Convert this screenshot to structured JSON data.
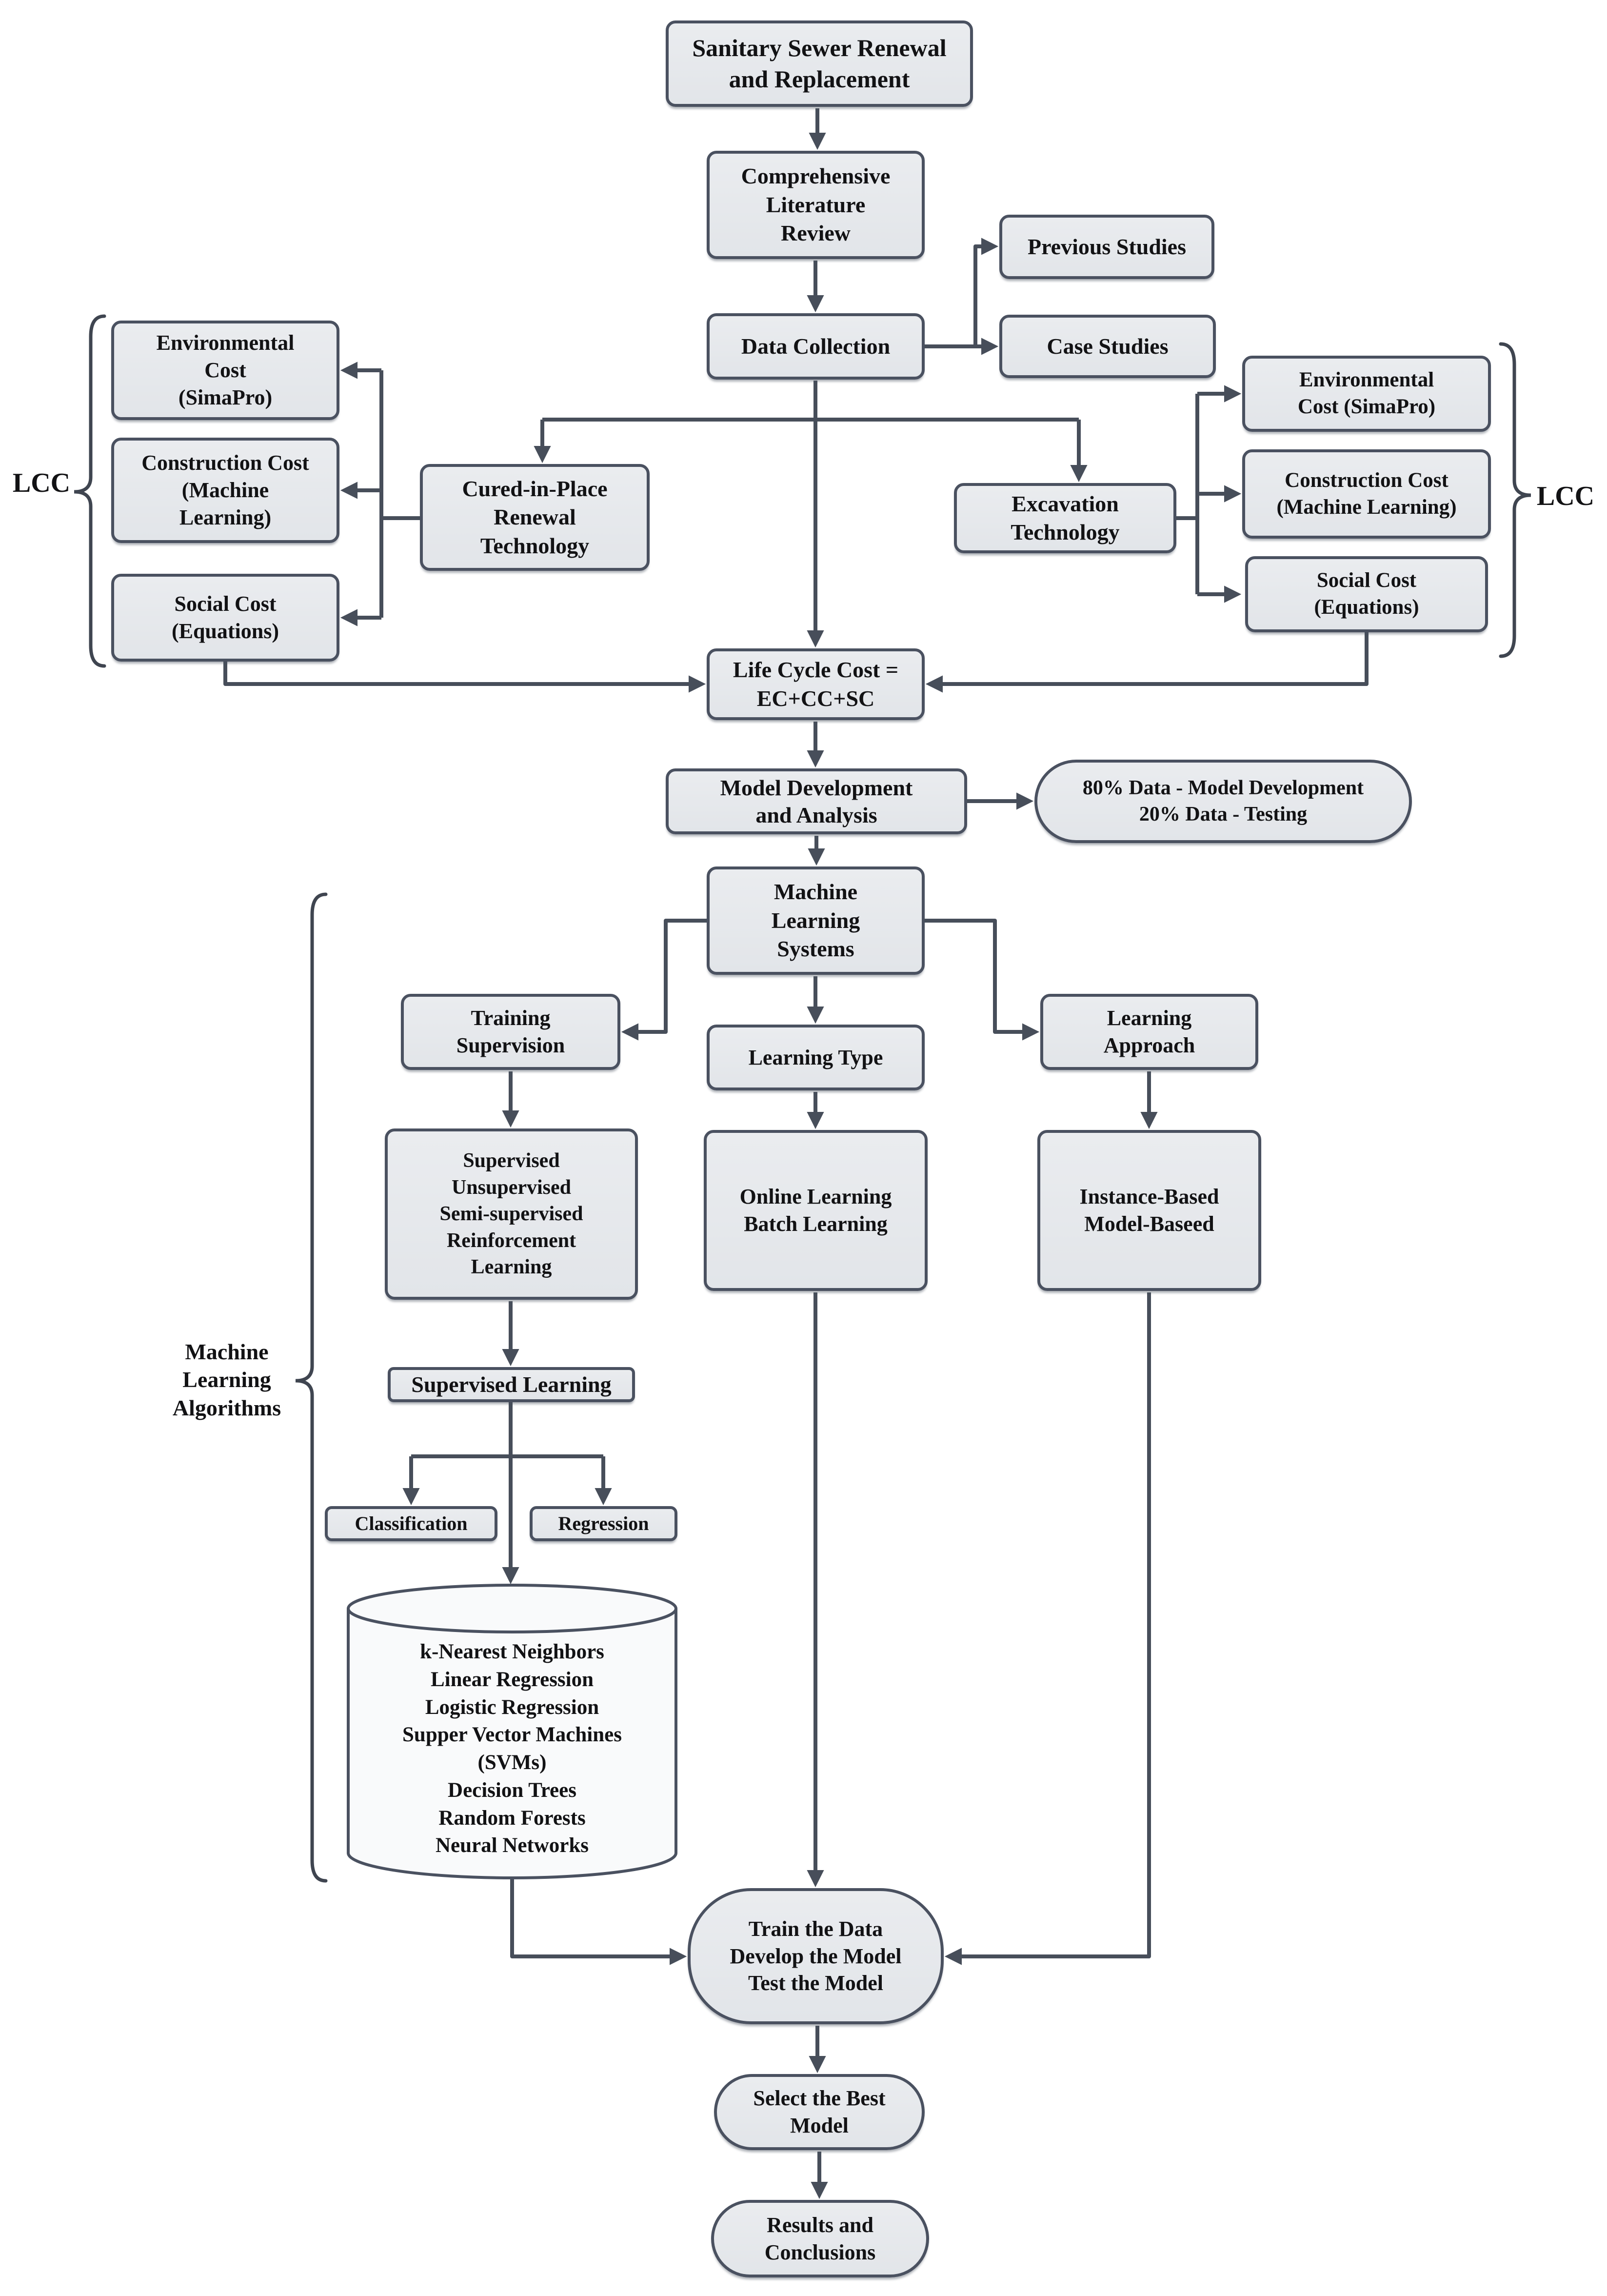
{
  "title": "Sanitary sewer renewal research methodology flowchart",
  "colors": {
    "node_fill": "#e5e8ec",
    "node_border": "#4a5160",
    "connector": "#474e5a",
    "cylinder_fill": "#f9fafb",
    "text": "#121214",
    "background": "#ffffff"
  },
  "nodes": {
    "start": {
      "lines": [
        "Sanitary Sewer Renewal",
        "and Replacement"
      ]
    },
    "literature_review": {
      "lines": [
        "Comprehensive",
        "Literature",
        "Review"
      ]
    },
    "previous_studies": {
      "lines": [
        "Previous Studies"
      ]
    },
    "case_studies": {
      "lines": [
        "Case Studies"
      ]
    },
    "data_collection": {
      "lines": [
        "Data Collection"
      ]
    },
    "env_cost_left": {
      "lines": [
        "Environmental",
        "Cost",
        "(SimaPro)"
      ]
    },
    "construction_cost_left": {
      "lines": [
        "Construction Cost",
        "(Machine",
        "Learning)"
      ]
    },
    "social_cost_left": {
      "lines": [
        "Social Cost",
        "(Equations)"
      ]
    },
    "lcc_left": {
      "label": "LCC"
    },
    "cured_in_place": {
      "lines": [
        "Cured-in-Place",
        "Renewal",
        "Technology"
      ]
    },
    "excavation": {
      "lines": [
        "Excavation",
        "Technology"
      ]
    },
    "env_cost_right": {
      "lines": [
        "Environmental",
        "Cost (SimaPro)"
      ]
    },
    "construction_cost_right": {
      "lines": [
        "Construction Cost",
        "(Machine Learning)"
      ]
    },
    "social_cost_right": {
      "lines": [
        "Social Cost",
        "(Equations)"
      ]
    },
    "lcc_right": {
      "label": "LCC"
    },
    "life_cycle_cost": {
      "lines": [
        "Life Cycle Cost =",
        "EC+CC+SC"
      ]
    },
    "model_development": {
      "lines": [
        "Model Development",
        "and Analysis"
      ]
    },
    "data_split": {
      "lines": [
        "80% Data - Model Development",
        "20% Data - Testing"
      ]
    },
    "ml_systems": {
      "lines": [
        "Machine",
        "Learning",
        "Systems"
      ]
    },
    "training_supervision": {
      "lines": [
        "Training",
        "Supervision"
      ]
    },
    "learning_type": {
      "lines": [
        "Learning Type"
      ]
    },
    "learning_approach": {
      "lines": [
        "Learning",
        "Approach"
      ]
    },
    "supervision_types": {
      "lines": [
        "Supervised",
        "Unsupervised",
        "Semi-supervised",
        "Reinforcement",
        "Learning"
      ]
    },
    "online_batch": {
      "lines": [
        "Online Learning",
        "Batch Learning"
      ]
    },
    "instance_model": {
      "lines": [
        "Instance-Based",
        "Model-Baseed"
      ]
    },
    "supervised_learning": {
      "lines": [
        "Supervised Learning"
      ]
    },
    "classification": {
      "lines": [
        "Classification"
      ]
    },
    "regression": {
      "lines": [
        "Regression"
      ]
    },
    "algorithms_cylinder": {
      "lines": [
        "k-Nearest Neighbors",
        "Linear Regression",
        "Logistic Regression",
        "Supper Vector Machines",
        "(SVMs)",
        "Decision Trees",
        "Random Forests",
        "Neural Networks"
      ]
    },
    "ml_algorithms_label": {
      "lines": [
        "Machine",
        "Learning",
        "Algorithms"
      ]
    },
    "train_develop_test": {
      "lines": [
        "Train the Data",
        "Develop the Model",
        "Test the Model"
      ]
    },
    "select_best_model": {
      "lines": [
        "Select the Best",
        "Model"
      ]
    },
    "results_conclusions": {
      "lines": [
        "Results and",
        "Conclusions"
      ]
    }
  }
}
